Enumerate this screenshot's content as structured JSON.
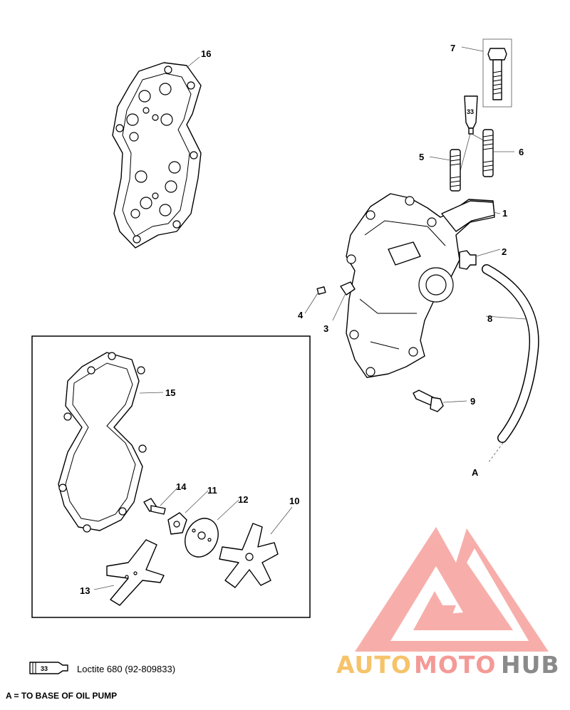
{
  "callouts": [
    "1",
    "2",
    "3",
    "4",
    "5",
    "6",
    "7",
    "8",
    "9",
    "10",
    "11",
    "12",
    "13",
    "14",
    "15",
    "16"
  ],
  "ref_label": "A",
  "tube_number": "33",
  "legend": {
    "tube_number": "33",
    "loctite": "Loctite 680 (92-809833)",
    "a_note": "A = TO BASE OF OIL PUMP"
  },
  "watermark": {
    "part1": "AUTO",
    "part2": "MOTO",
    "part3": "HUB",
    "colors": {
      "auto": "#f6c36a",
      "moto": "#f49a96",
      "hub": "#8a8a8a",
      "logo": "#f4827c"
    }
  }
}
